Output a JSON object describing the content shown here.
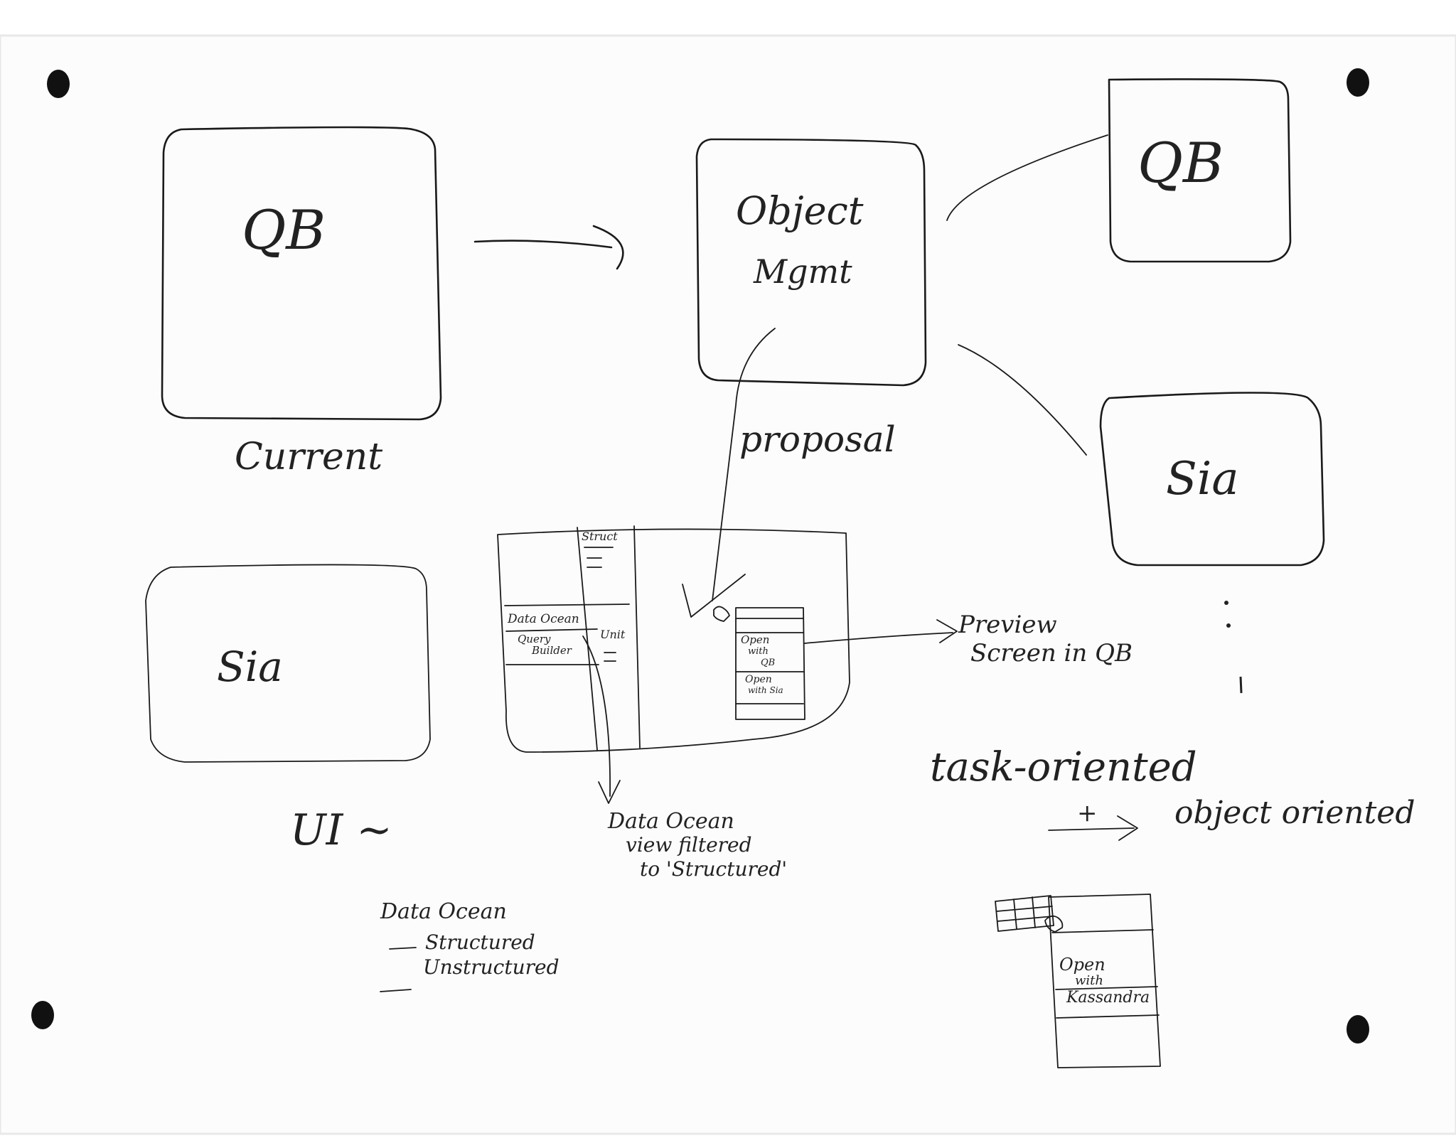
{
  "left": {
    "qb_box_label": "QB",
    "current_label": "Current",
    "sia_box_label": "Sia",
    "ui_label": "UI ~"
  },
  "center": {
    "object_mgmt_line1": "Object",
    "object_mgmt_line2": "Mgmt",
    "proposal_label": "proposal",
    "sketch": {
      "struct_label": "Struct",
      "data_ocean_item": "Data Ocean",
      "query_builder_line1": "Query",
      "query_builder_line2": "Builder",
      "unit_label": "Unit",
      "open_with_qb_line1": "Open",
      "open_with_qb_line2": "with",
      "open_with_qb_line3": "QB",
      "open_with_sia_line1": "Open",
      "open_with_sia_line2": "with Sia"
    },
    "note_line1": "Data Ocean",
    "note_line2": "view filtered",
    "note_line3": "to 'Structured'",
    "list_title": "Data Ocean",
    "list_item1": "Structured",
    "list_item2": "Unstructured"
  },
  "right": {
    "qb_box_label": "QB",
    "sia_box_label": "Sia",
    "preview_line1": "Preview",
    "preview_line2": "Screen in QB",
    "task_oriented": "task-oriented",
    "object_oriented": "object oriented",
    "arrow_prefix": "+",
    "mini_open_line1": "Open",
    "mini_open_line2": "with",
    "mini_open_line3": "Kassandra"
  }
}
